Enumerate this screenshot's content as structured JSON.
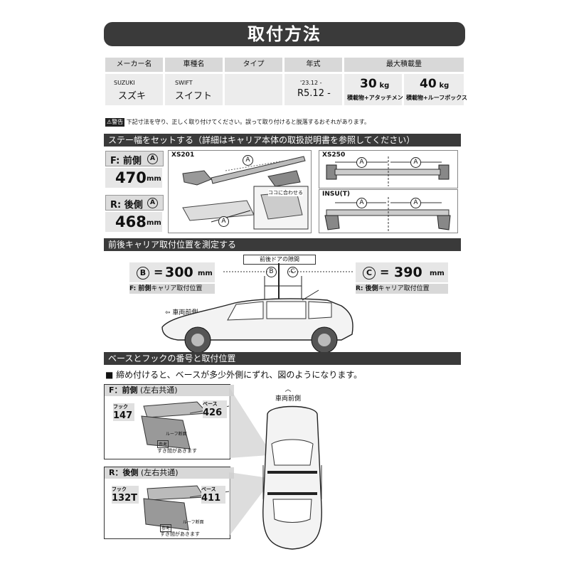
{
  "title": "取付方法",
  "spec_table": {
    "headers": [
      "メーカー名",
      "車種名",
      "タイプ",
      "年式",
      "最大積載量"
    ],
    "maker_en": "SUZUKI",
    "maker_jp": "スズキ",
    "model_en": "SWIFT",
    "model_jp": "スイフト",
    "year_from": "'23.12 -",
    "year_r": "R5.12 -",
    "load1_value": "30",
    "load1_unit": "kg",
    "load1_note": "積載物+アタッチメント",
    "load2_value": "40",
    "load2_unit": "kg",
    "load2_note": "積載物+ルーフボックス"
  },
  "warning": {
    "tag": "警告",
    "text": "下記寸法を守り、正しく取り付けてください。誤って取り付けると脱落するおそれがあります。"
  },
  "section1": {
    "title": "ステー幅をセットする（詳細はキャリア本体の取扱説明書を参照してください）",
    "front_label": "F: 前側",
    "front_value": "470",
    "rear_label": "R: 後側",
    "rear_value": "468",
    "unit": "mm",
    "marker_a": "A",
    "fig_xs201": "XS201",
    "fig_xs250": "XS250",
    "fig_insu": "INSU(T)",
    "align_note": "ココに合わせる"
  },
  "section2": {
    "title": "前後キャリア取付位置を測定する",
    "door_gap": "前後ドアの隙間",
    "b_marker": "B",
    "b_value": "300",
    "b_caption_bold": "F: 前側",
    "b_caption": "キャリア取付位置",
    "c_marker": "C",
    "c_value": "390",
    "c_caption_bold": "R: 後側",
    "c_caption": "キャリア取付位置",
    "unit": "mm",
    "eq": "=",
    "front_dir": "車両前側"
  },
  "section3": {
    "title": "ベースとフックの番号と取付位置",
    "note": "■ 締め付けると、ベースが多少外側にずれ、図のようになります。",
    "front_title": "F：前側",
    "front_sub": "(左右共通)",
    "front_hook_label": "フック",
    "front_hook": "147",
    "front_base_label": "ベース",
    "front_base": "426",
    "rear_title": "R：後側",
    "rear_sub": "(左右共通)",
    "rear_hook_label": "フック",
    "rear_hook": "132T",
    "rear_base_label": "ベース",
    "rear_base": "411",
    "roof_section": "ルーフ断面",
    "ref_tag": "参考",
    "gap_note": "すき間があきます",
    "front_dir": "車両前側"
  }
}
